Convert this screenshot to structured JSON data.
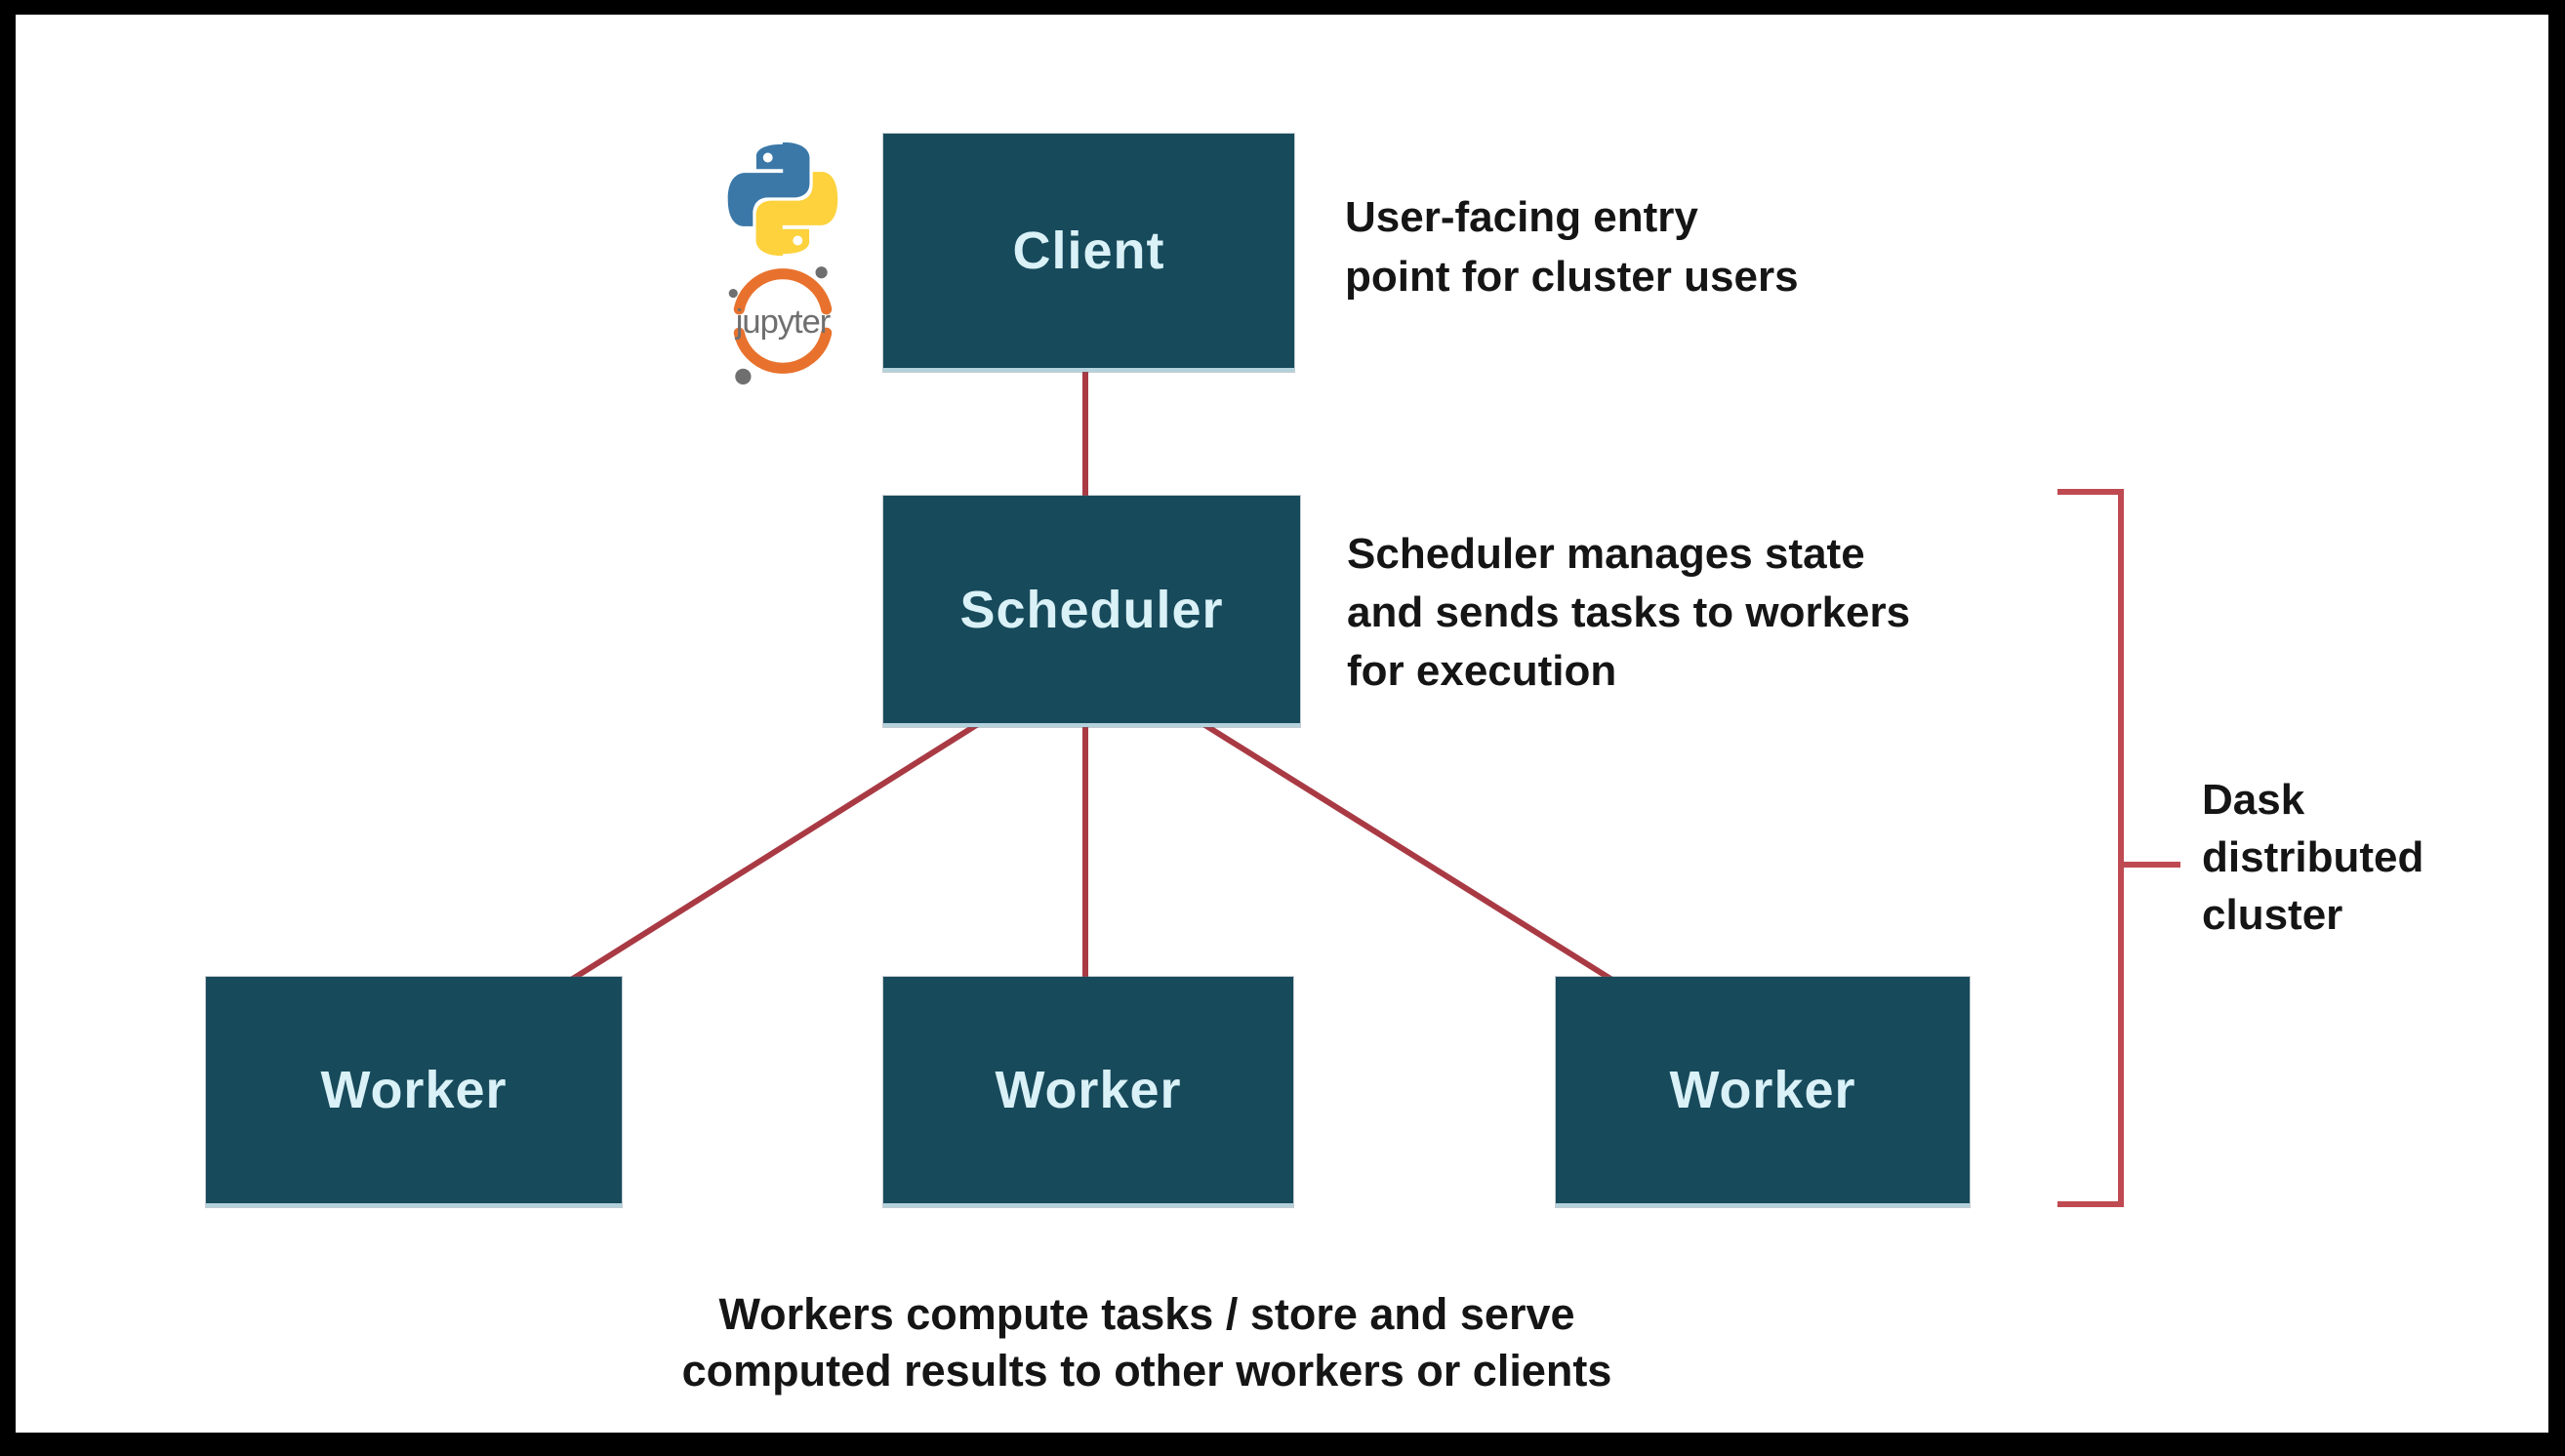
{
  "diagram": {
    "nodes": {
      "client": {
        "label": "Client"
      },
      "scheduler": {
        "label": "Scheduler"
      },
      "workers": [
        {
          "label": "Worker"
        },
        {
          "label": "Worker"
        },
        {
          "label": "Worker"
        }
      ]
    },
    "logos": {
      "python_name": "python-logo",
      "jupyter_wordmark": "jupyter"
    },
    "notes": {
      "client": [
        "User-facing entry",
        "point for cluster users"
      ],
      "scheduler": [
        "Scheduler manages state",
        "and sends tasks to workers",
        "for execution"
      ],
      "bracket": [
        "Dask",
        "distributed",
        "cluster"
      ],
      "caption": [
        "Workers compute tasks / store and serve",
        "computed results to other workers or clients"
      ]
    },
    "colors": {
      "frame": "#000000",
      "canvas": "#ffffff",
      "node_fill": "#174a5b",
      "node_label": "#d9f1f7",
      "connector": "#a93a44",
      "bracket": "#bf4a52",
      "annotation_text": "#151515",
      "python_blue": "#3b78a8",
      "python_yellow": "#fdd23d",
      "jupyter_orange": "#e8722d",
      "jupyter_gray": "#6f6f6f"
    }
  }
}
